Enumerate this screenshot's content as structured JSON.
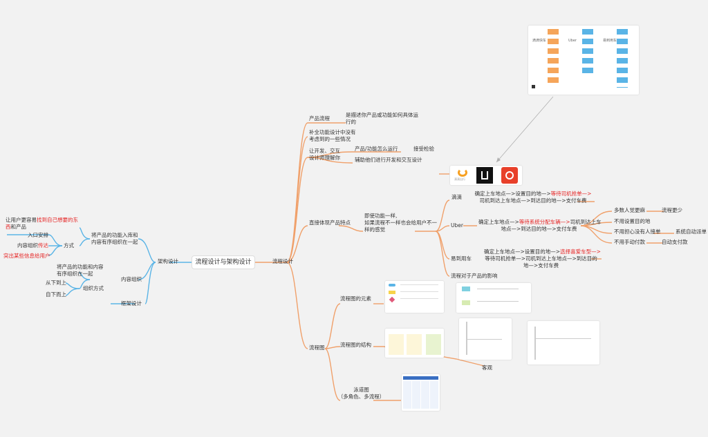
{
  "root": "流程设计与架构设计",
  "left": {
    "arch": "架构设计",
    "a1": "将产品的功能入库和",
    "a1b": "内容有序组织在一起",
    "method": "方式",
    "m1": "入口安排",
    "m2a": "内容组织",
    "m2b": "传达",
    "m3": "突出某些信息给用户",
    "top1a": "让用户更容易",
    "top1b": "找到自己想要的东",
    "top1c": "西",
    "top1d": "和产品",
    "content": "内容组织",
    "c1": "将产品的功能和内容",
    "c1b": "有序组织在一起",
    "org": "组织方式",
    "o1": "从下到上",
    "o2": "自下而上",
    "frame": "框架设计"
  },
  "right": {
    "flow": "流程设计",
    "pf": "产品流程",
    "pf1": "是描述你产品或功能如何具体运",
    "pf1b": "行的",
    "b2": "补全功能设计中没有",
    "b2b": "考虑到的一些情况",
    "b3": "让开发、交互",
    "b3b": "设计师理解你",
    "b3c1": "产品/功能怎么运行",
    "b3c1a": "接受检验",
    "b3c2": "辅助他们进行开发和交互设计",
    "b4": "直接体现产品特点",
    "b4a": "即使功能一样,",
    "b4b": "如果流程不一样也会给用户不一",
    "b4c": "样的感觉",
    "didi": "滴滴",
    "didi1": "确定上车地点—>设置目的地—>",
    "didi1r": "等待司机抢单—>",
    "didi2": "司机到达上车地点—>到达目的地—>支付车费",
    "uber": "Uber",
    "uber1": "确定上车地点—>",
    "uber1r": "等待系统分配车辆—>",
    "uber1c": "司机到达上车",
    "uber2": "地点—>到达目的地—>支付车费",
    "u1": "多数人觉更麻",
    "u1a": "流程更少",
    "u2": "不用设置目的地",
    "u3": "不用担心没有人接单",
    "u3a": "系统自动派单",
    "u4": "不用手动付款",
    "u4a": "自动支付款",
    "yi": "易到用车",
    "yi1": "确定上车地点—>设置目的地—>",
    "yi1r": "选择喜爱车型—>",
    "yi2": "等待司机抢单—>司机到达上车地点—>到达目的",
    "yi3": "地—>支付车费",
    "impact": "流程对于产品的影响",
    "chart": "流程图",
    "e1": "流程图的元素",
    "e2": "流程图的结构",
    "e2a": "客观",
    "e3": "泳道图",
    "e3b": "（多角色、多流程）",
    "logo1": "滴滴出行",
    "img_top1": "滴滴快车",
    "img_top2": "Uber",
    "img_top3": "易到用车"
  }
}
